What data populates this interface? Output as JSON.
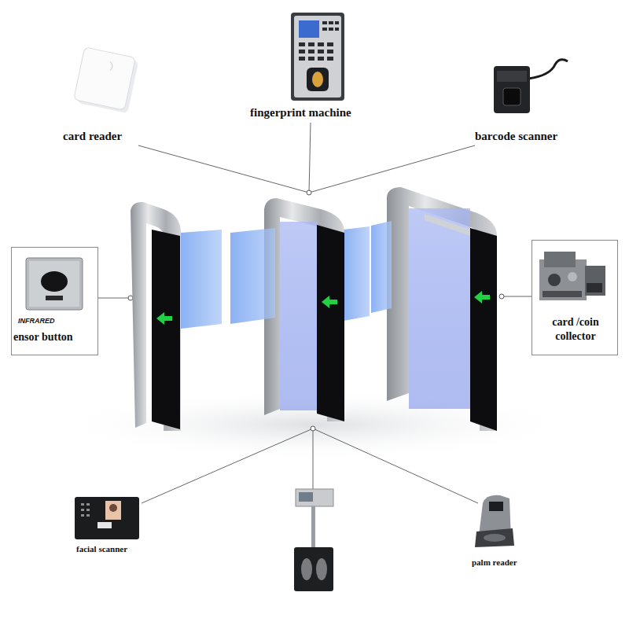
{
  "diagram": {
    "nodes": [
      {
        "text": [
          "INFRARED",
          "ensor button"
        ]
      },
      {
        "text": [
          "card /coin collector"
        ]
      }
    ],
    "labels": [
      "card reader",
      "fingerprint machine",
      "barcode scanner",
      "facial scanner",
      "palm reader"
    ]
  }
}
